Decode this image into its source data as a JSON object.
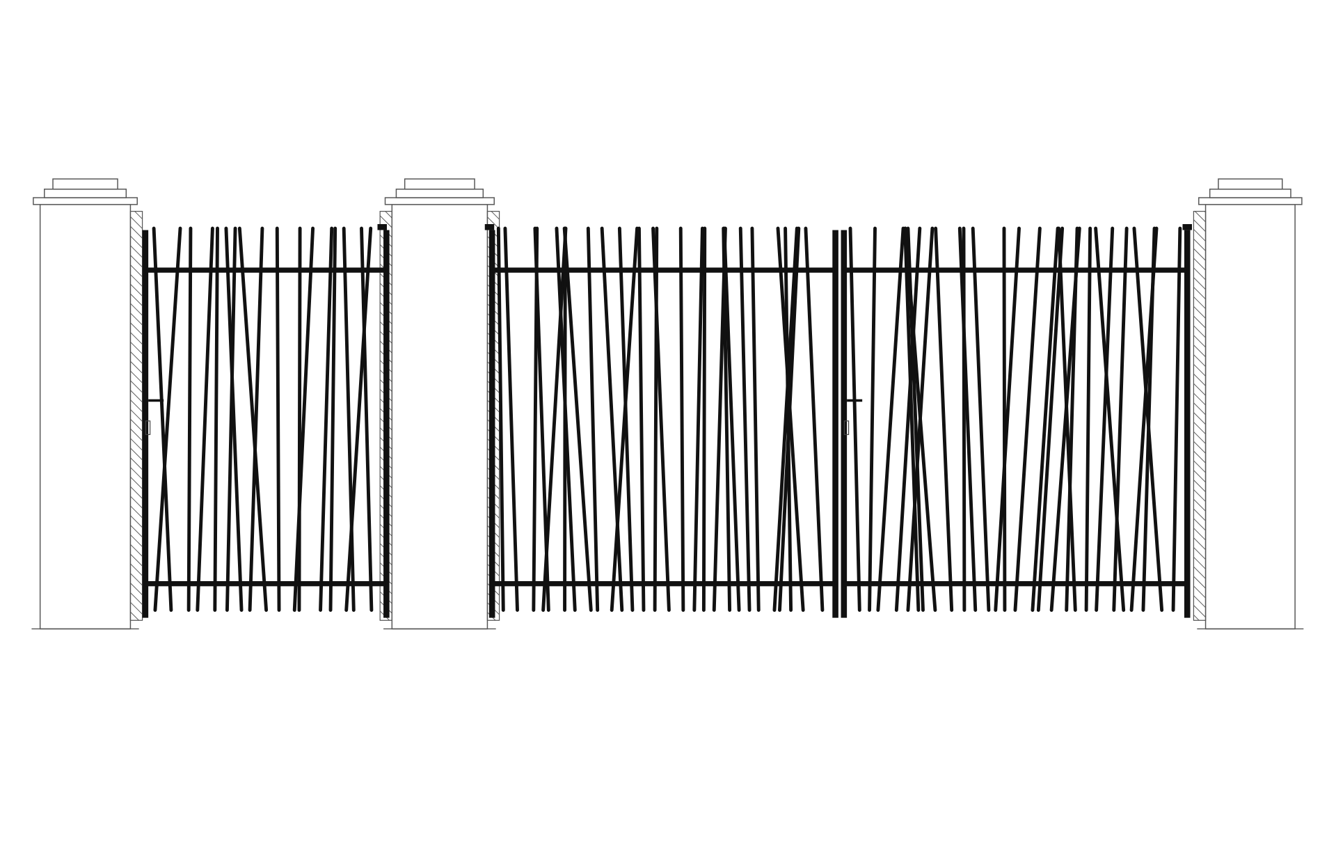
{
  "colors": {
    "background": "#ffffff",
    "ironwork": "#111111",
    "pillar_outline": "#555555"
  },
  "scene": {
    "subject": "gate-elevation",
    "pillars": [
      "left",
      "middle",
      "right"
    ],
    "gates": [
      "pedestrian-gate",
      "double-gate-left-leaf",
      "double-gate-right-leaf"
    ]
  }
}
